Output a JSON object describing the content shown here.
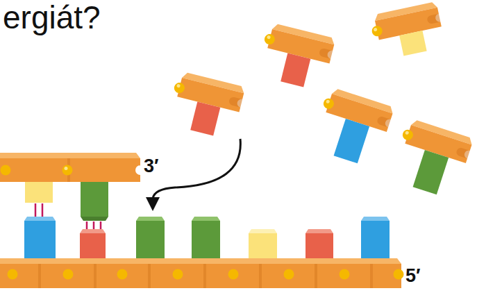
{
  "diagram": {
    "title": "ergiát?",
    "labels": [
      "3′",
      "5′"
    ]
  }
}
